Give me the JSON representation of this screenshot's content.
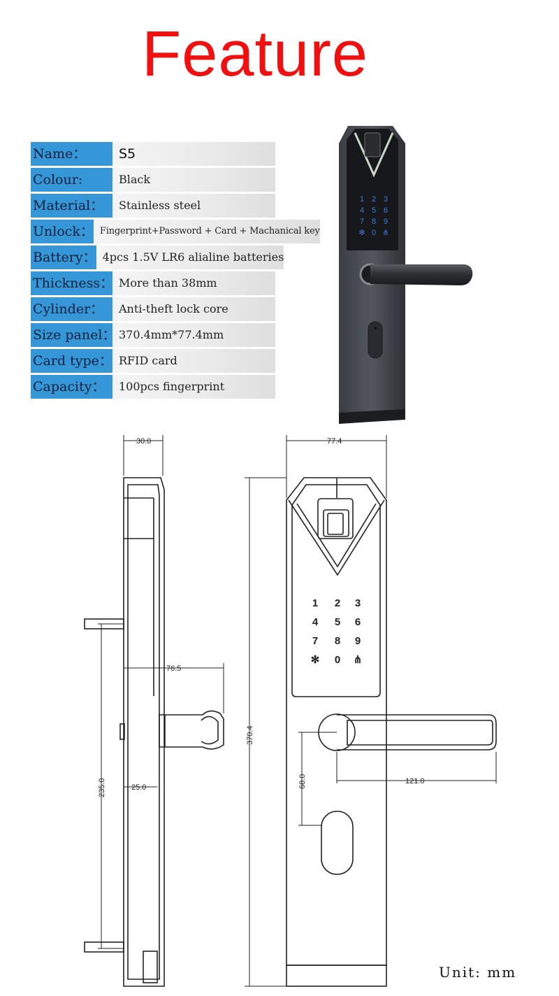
{
  "heading": "Feature",
  "specs": [
    {
      "label": "Name：",
      "value": "S5"
    },
    {
      "label": "Colour:",
      "value": "Black"
    },
    {
      "label": "Material：",
      "value": "Stainless steel"
    },
    {
      "label": "Unlock：",
      "value": "Fingerprint+Password + Card + Machanical key"
    },
    {
      "label": "Battery：",
      "value": "4pcs 1.5V LR6 alialine batteries"
    },
    {
      "label": "Thickness：",
      "value": "More than 38mm"
    },
    {
      "label": "Cylinder：",
      "value": "Anti-theft lock core"
    },
    {
      "label": "Size panel：",
      "value": "370.4mm*77.4mm"
    },
    {
      "label": "Card type：",
      "value": "RFID card"
    },
    {
      "label": "Capacity：",
      "value": "100pcs fingerprint"
    }
  ],
  "keypad": [
    "1",
    "2",
    "3",
    "4",
    "5",
    "6",
    "7",
    "8",
    "9",
    "✻",
    "0",
    "⋔"
  ],
  "dimensions": {
    "side_width": "30.0",
    "front_width": "77.4",
    "handle_depth": "76.5",
    "latch_offset": "25.0",
    "bolt_spacing": "235.0",
    "panel_height": "370.4",
    "handle_to_cylinder": "68.0",
    "handle_length": "121.0"
  },
  "unit_label": "Unit:  mm"
}
